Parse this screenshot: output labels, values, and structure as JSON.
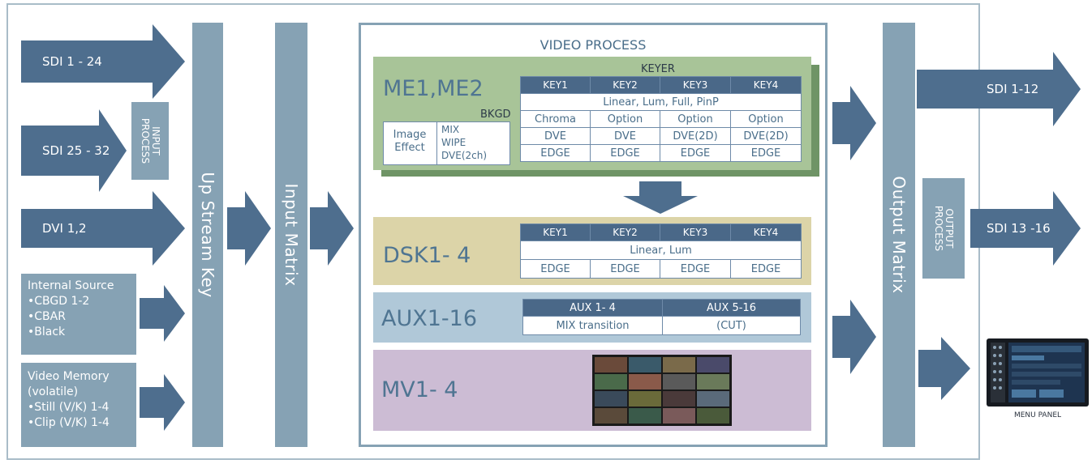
{
  "left_arrows": [
    {
      "label": "SDI 1 - 24"
    },
    {
      "label": "SDI 25 - 32"
    },
    {
      "label": "DVI 1,2"
    }
  ],
  "input_process": "INPUT\nPROCESS",
  "internal_source": {
    "title": "Internal Source",
    "items": [
      "•CBGD 1-2",
      "•CBAR",
      "•Black"
    ]
  },
  "video_memory": {
    "lines": [
      "Video Memory",
      "(volatile)",
      "•Still (V/K) 1-4",
      "•Clip (V/K) 1-4"
    ]
  },
  "up_stream_key": "Up Stream Key",
  "input_matrix": "Input Matrix",
  "video_process": {
    "title": "VIDEO PROCESS",
    "me": {
      "label": "ME1,ME2",
      "keyer_title": "KEYER",
      "bkgd": "BKGD",
      "image_effect": [
        "Image",
        "Effect"
      ],
      "bkgd_modes": [
        "MIX",
        "WIPE",
        "DVE(2ch)"
      ],
      "keys": [
        "KEY1",
        "KEY2",
        "KEY3",
        "KEY4"
      ],
      "key_types": "Linear, Lum, Full, PinP",
      "row_a": [
        "Chroma",
        "Option",
        "Option",
        "Option"
      ],
      "row_b": [
        "DVE",
        "DVE",
        "DVE(2D)",
        "DVE(2D)"
      ],
      "row_c": [
        "EDGE",
        "EDGE",
        "EDGE",
        "EDGE"
      ]
    },
    "dsk": {
      "label": "DSK1- 4",
      "keys": [
        "KEY1",
        "KEY2",
        "KEY3",
        "KEY4"
      ],
      "key_types": "Linear, Lum",
      "edges": [
        "EDGE",
        "EDGE",
        "EDGE",
        "EDGE"
      ]
    },
    "aux": {
      "label": "AUX1-16",
      "headers": [
        "AUX 1- 4",
        "AUX 5-16"
      ],
      "modes": [
        "MIX transition",
        "(CUT)"
      ]
    },
    "mv": {
      "label": "MV1- 4"
    }
  },
  "output_matrix": "Output  Matrix",
  "output_process": "OUTPUT\nPROCESS",
  "right_arrows": [
    {
      "label": "SDI 1-12"
    },
    {
      "label": "SDI 13 -16"
    }
  ],
  "menu_panel": "MENU PANEL",
  "colors": {
    "arrow": "#4e6e8e",
    "bar": "#86a2b4",
    "frame": "#a9bcc8",
    "me_bg": "#a8c498",
    "me_shadow": "#6f9466",
    "dsk_bg": "#dcd4a8",
    "aux_bg": "#b0c8d8",
    "mv_bg": "#ccbcd4",
    "header": "#4a6888"
  }
}
